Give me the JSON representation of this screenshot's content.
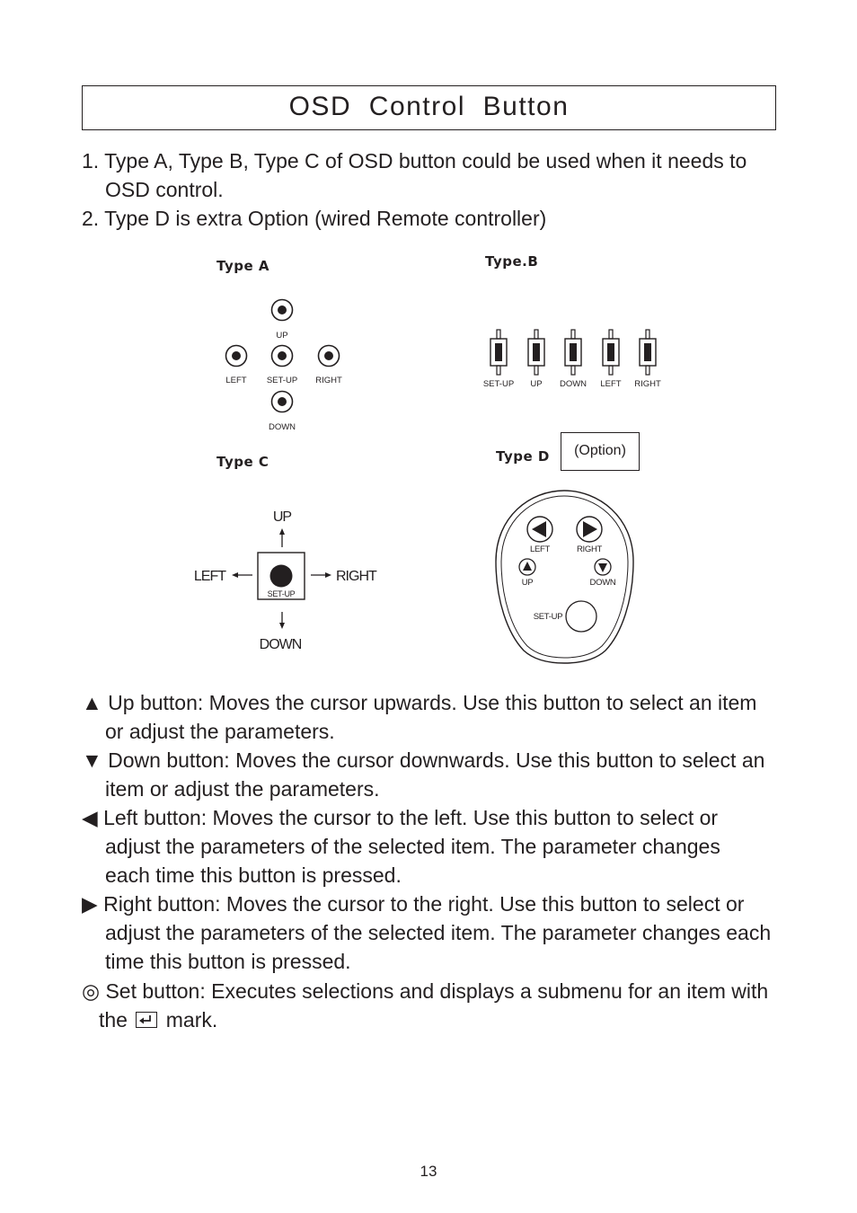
{
  "title": "OSD  Control  Button",
  "intro": {
    "item1_line1": "1. Type A, Type B, Type C of OSD button could be used when it needs to",
    "item1_line2": "OSD control.",
    "item2": "2. Type D is extra Option (wired Remote controller)"
  },
  "type_a": {
    "label": "Type A",
    "up": "UP",
    "left": "LEFT",
    "setup": "SET-UP",
    "right": "RIGHT",
    "down": "DOWN"
  },
  "type_b": {
    "label": "Type.B",
    "buttons": [
      "SET-UP",
      "UP",
      "DOWN",
      "LEFT",
      "RIGHT"
    ]
  },
  "type_c": {
    "label": "Type C",
    "up": "UP",
    "left": "LEFT",
    "setup": "SET-UP",
    "right": "RIGHT",
    "down": "DOWN"
  },
  "type_d": {
    "label": "Type D",
    "option": "(Option)",
    "left": "LEFT",
    "right": "RIGHT",
    "up": "UP",
    "down": "DOWN",
    "setup": "SET-UP"
  },
  "descriptions": {
    "up_line1": "▲ Up button: Moves the cursor upwards. Use this button to select an item",
    "up_line2": "or adjust the parameters.",
    "down_line1": "▼ Down button: Moves the cursor downwards. Use this button to select an",
    "down_line2": "item or adjust the parameters.",
    "left_line1": "◀ Left button: Moves the cursor to the left. Use this button to select or",
    "left_line2": "adjust the parameters of the selected item. The parameter changes",
    "left_line3": "each time this button is pressed.",
    "right_line1": "▶ Right button: Moves the cursor to the right. Use this button to select or",
    "right_line2": "adjust the parameters of the selected item. The parameter changes each",
    "right_line3": "time this button is pressed.",
    "set_line1": "◎ Set button: Executes selections and displays a submenu for an item with",
    "set_line2_before": "the",
    "set_line2_after": "mark."
  },
  "page_number": "13"
}
